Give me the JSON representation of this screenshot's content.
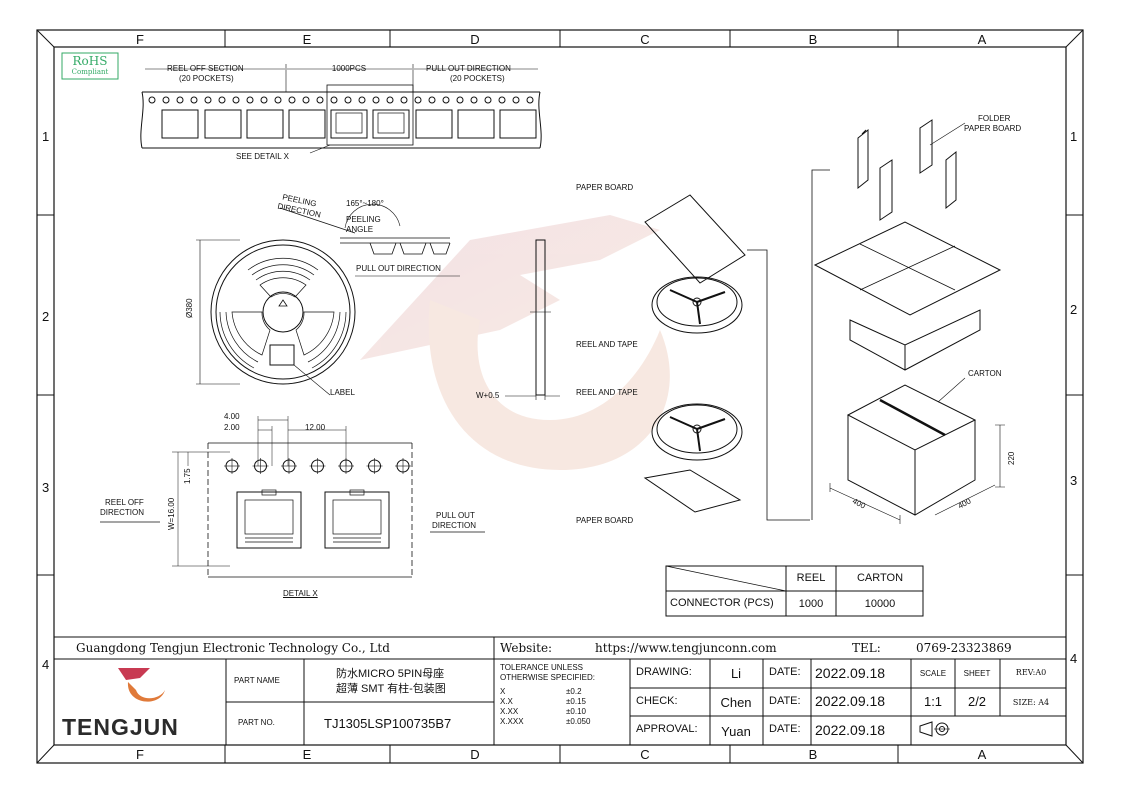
{
  "rohs": {
    "title": "RoHS",
    "sub": "Compliant"
  },
  "frame": {
    "cols_top": [
      "F",
      "E",
      "D",
      "C",
      "B",
      "A"
    ],
    "cols_bottom": [
      "F",
      "E",
      "D",
      "C",
      "B",
      "A"
    ],
    "rows_left": [
      "1",
      "2",
      "3",
      "4"
    ],
    "rows_right": [
      "1",
      "2",
      "3",
      "4"
    ]
  },
  "tape_top": {
    "reel_off": "REEL OFF SECTION",
    "reel_off_pockets": "(20 POCKETS)",
    "count": "1000PCS",
    "pull_out": "PULL OUT DIRECTION",
    "pull_out_pockets": "(20 POCKETS)",
    "see_detail": "SEE DETAIL X"
  },
  "reel_view": {
    "peeling_direction_1": "PEELING",
    "peeling_direction_2": "DIRECTION",
    "angle": "165°~180°",
    "peeling_angle_1": "PEELING",
    "peeling_angle_2": "ANGLE",
    "pull_out": "PULL OUT DIRECTION",
    "diameter": "Ø380",
    "label": "LABEL",
    "width": "W+0.5"
  },
  "detail_x": {
    "dim_4": "4.00",
    "dim_2": "2.00",
    "dim_12": "12.00",
    "dim_175": "1.75",
    "dim_w": "W=16.00",
    "reel_off_1": "REEL OFF",
    "reel_off_2": "DIRECTION",
    "pull_out_1": "PULL OUT",
    "pull_out_2": "DIRECTION",
    "title": "DETAIL X"
  },
  "packing": {
    "paper_board_top": "PAPER BOARD",
    "reel_and_tape_1": "REEL AND TAPE",
    "reel_and_tape_2": "REEL AND TAPE",
    "paper_board_bottom": "PAPER BOARD",
    "folder_1": "FOLDER",
    "folder_2": "PAPER BOARD",
    "carton": "CARTON",
    "dim_400_a": "400",
    "dim_400_b": "400",
    "dim_220": "220"
  },
  "qty_table": {
    "headers": [
      "REEL",
      "CARTON"
    ],
    "row_label": "CONNECTOR (PCS)",
    "values": [
      "1000",
      "10000"
    ]
  },
  "title_block": {
    "company": "Guangdong Tengjun Electronic Technology Co., Ltd",
    "website_label": "Website:",
    "website": "https://www.tengjunconn.com",
    "tel_label": "TEL:",
    "tel": "0769-23323869",
    "brand": "TENGJUN",
    "part_name_label": "PART NAME",
    "part_name_1": "防水MICRO 5PIN母座",
    "part_name_2": "超薄 SMT 有柱-包装图",
    "part_no_label": "PART NO.",
    "part_no": "TJ1305LSP100735B7",
    "tol_1": "TOLERANCE  UNLESS",
    "tol_2": "OTHERWISE  SPECIFIED:",
    "tolerances": [
      {
        "k": "X",
        "v": "±0.2"
      },
      {
        "k": "X.X",
        "v": "±0.15"
      },
      {
        "k": "X.XX",
        "v": "±0.10"
      },
      {
        "k": "X.XXX",
        "v": "±0.050"
      }
    ],
    "drawing_label": "DRAWING:",
    "drawing": "Li",
    "check_label": "CHECK:",
    "check": "Chen",
    "approval_label": "APPROVAL:",
    "approval": "Yuan",
    "date_label": "DATE:",
    "date_1": "2022.09.18",
    "date_2": "2022.09.18",
    "date_3": "2022.09.18",
    "scale_label": "SCALE",
    "scale": "1:1",
    "sheet_label": "SHEET",
    "sheet": "2/2",
    "rev": "REV:A0",
    "size": "SIZE: A4"
  }
}
